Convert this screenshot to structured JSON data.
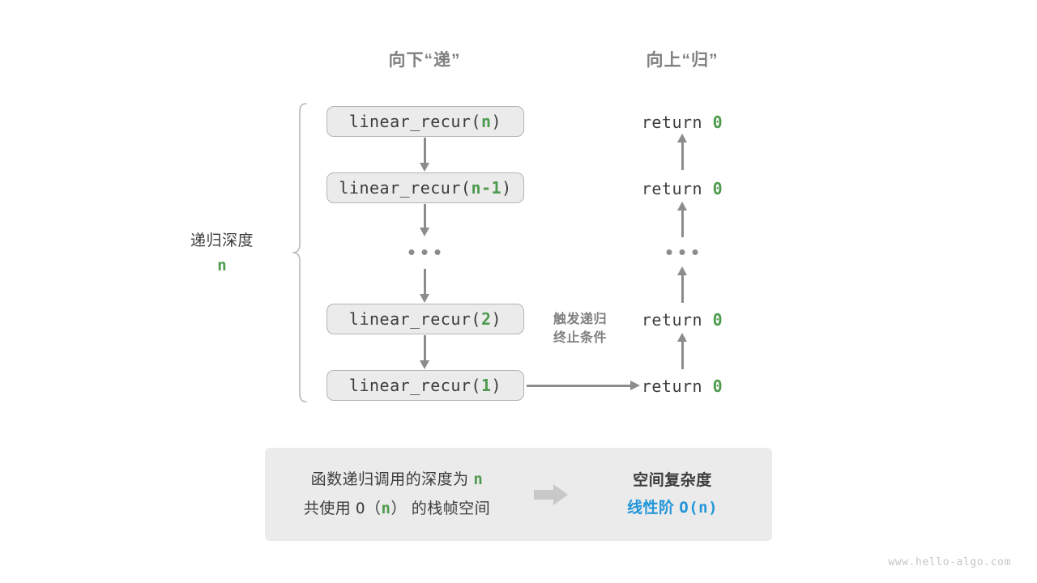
{
  "headers": {
    "down": "向下“递”",
    "up": "向上“归”"
  },
  "depth": {
    "label": "递归深度",
    "variable": "n"
  },
  "call_stack": [
    {
      "prefix": "linear_recur(",
      "arg": "n",
      "suffix": ")"
    },
    {
      "prefix": "linear_recur(",
      "arg": "n-1",
      "suffix": ")"
    },
    {
      "prefix": "linear_recur(",
      "arg": "2",
      "suffix": ")"
    },
    {
      "prefix": "linear_recur(",
      "arg": "1",
      "suffix": ")"
    }
  ],
  "ellipsis": "· · ·",
  "returns": [
    {
      "keyword": "return",
      "value": "0"
    },
    {
      "keyword": "return",
      "value": "0"
    },
    {
      "keyword": "return",
      "value": "0"
    },
    {
      "keyword": "return",
      "value": "0"
    }
  ],
  "trigger_note": {
    "line1": "触发递归",
    "line2": "终止条件"
  },
  "summary": {
    "left_line1_prefix": "函数递归调用的深度为 ",
    "left_line1_var": "n",
    "left_line2_prefix": "共使用 ",
    "left_line2_big_o_open": "O（",
    "left_line2_var": "n",
    "left_line2_big_o_close": "）",
    "left_line2_suffix": " 的栈帧空间",
    "right_title": "空间复杂度",
    "right_value_label": "线性阶 ",
    "right_value_expr": "O(n)"
  },
  "watermark": "www.hello-algo.com",
  "colors": {
    "green": "#4e9a4e",
    "blue": "#2196d9",
    "gray_text": "#3c3c3c",
    "gray_muted": "#808080",
    "box_fill": "#ebebeb",
    "box_border": "#b4b4b4",
    "arrow": "#8c8c8c",
    "watermark": "#c6c6c6"
  }
}
